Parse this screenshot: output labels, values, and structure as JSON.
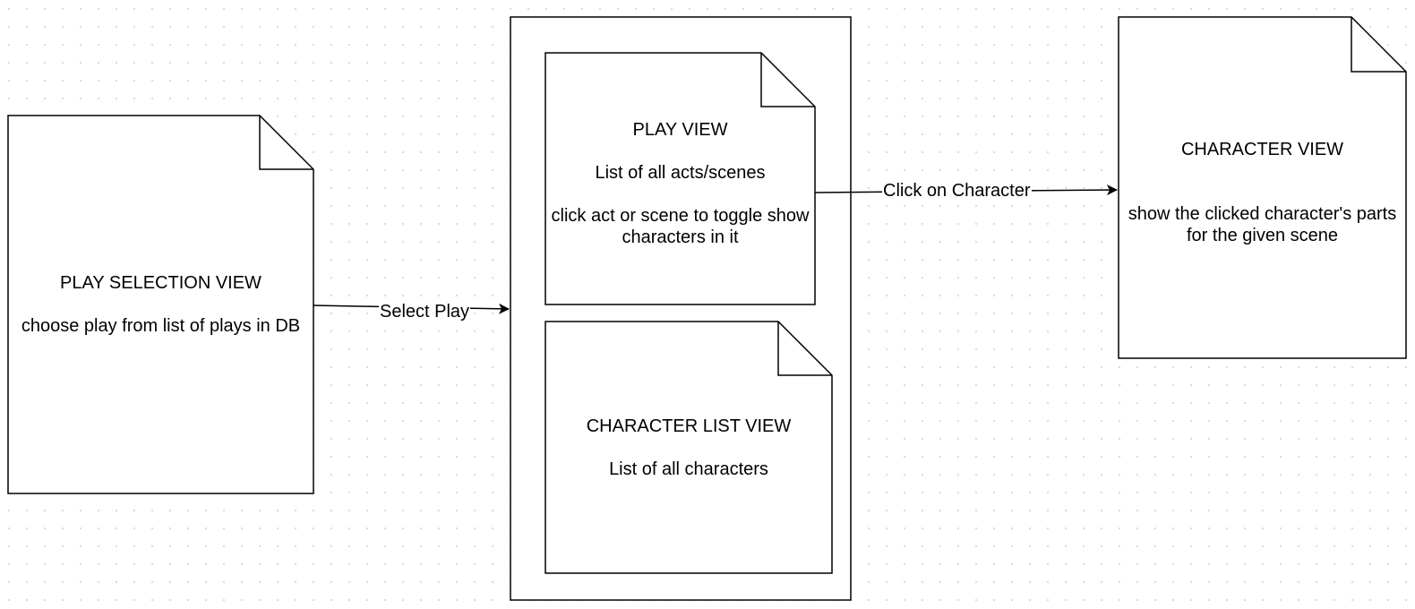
{
  "diagram": {
    "nodes": {
      "play_selection": {
        "title": "PLAY SELECTION VIEW",
        "description": "choose play from list of plays in DB"
      },
      "play_view": {
        "title": "PLAY VIEW",
        "line1": "List of all acts/scenes",
        "line2": "click act or scene to toggle show characters in it"
      },
      "character_list": {
        "title": "CHARACTER LIST VIEW",
        "description": "List of all characters"
      },
      "character_view": {
        "title": "CHARACTER VIEW",
        "description": "show the clicked character's parts for the given scene"
      }
    },
    "edges": {
      "select_play": "Select Play",
      "click_character": "Click on Character"
    },
    "colors": {
      "stroke": "#000000",
      "fill": "#ffffff",
      "grid_dot": "#d9d9d9"
    }
  }
}
